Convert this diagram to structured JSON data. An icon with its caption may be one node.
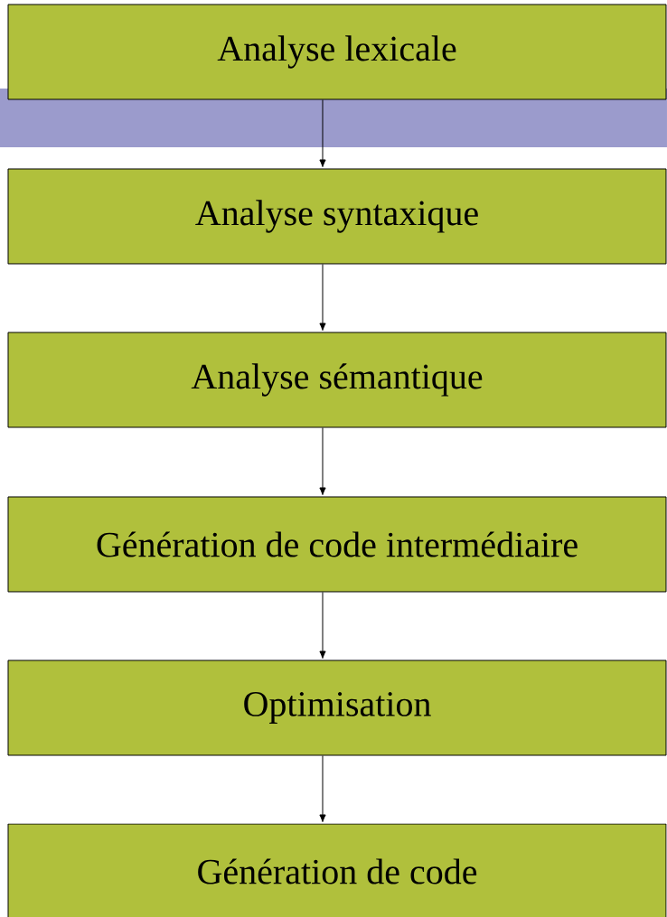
{
  "diagram": {
    "nodes": [
      {
        "text": [
          "Analyse lexicale"
        ]
      },
      {
        "text": [
          "Analyse syntaxique"
        ]
      },
      {
        "text": [
          "Analyse sémantique"
        ]
      },
      {
        "text": [
          "Génération de code intermédiaire"
        ]
      },
      {
        "text": [
          "Optimisation"
        ]
      },
      {
        "text": [
          "Génération de code"
        ]
      }
    ],
    "edges": [
      {
        "from": 0,
        "to": 1,
        "arrow": "to"
      },
      {
        "from": 1,
        "to": 2,
        "arrow": "to"
      },
      {
        "from": 2,
        "to": 3,
        "arrow": "to"
      },
      {
        "from": 3,
        "to": 4,
        "arrow": "to"
      },
      {
        "from": 4,
        "to": 5,
        "arrow": "to"
      }
    ]
  }
}
